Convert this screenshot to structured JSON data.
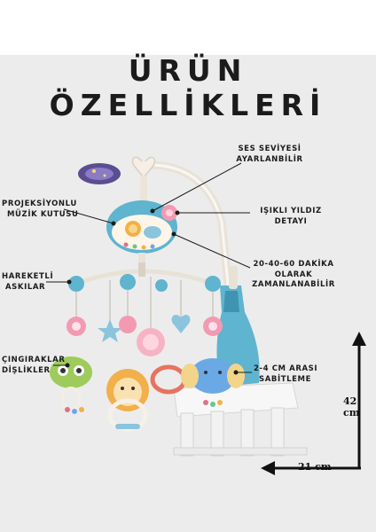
{
  "title": "ÜRÜN ÖZELLİKLERİ",
  "labels": {
    "volume": [
      "SES SEVİYESİ",
      "AYARLANBİLİR"
    ],
    "projector": [
      "PROJEKSİYONLU",
      "MÜZİK KUTUSU"
    ],
    "star": [
      "IŞIKLI YILDIZ",
      "DETAYI"
    ],
    "timer": [
      "20-40-60 DAKİKA",
      "OLARAK",
      "ZAMANLANABİLİR"
    ],
    "hangers": [
      "HAREKETLİ",
      "ASKILAR"
    ],
    "rattles": [
      "ÇINGIRAKLAR",
      "DİŞLİKLER"
    ],
    "mount": [
      "2-4 CM ARASI",
      "SABİTLEME"
    ]
  },
  "dimensions": {
    "height": "42 cm",
    "width": "21 cm"
  },
  "colors": {
    "accent": "#5fb4cf",
    "text": "#1b1b1b",
    "background": "#ececec"
  }
}
